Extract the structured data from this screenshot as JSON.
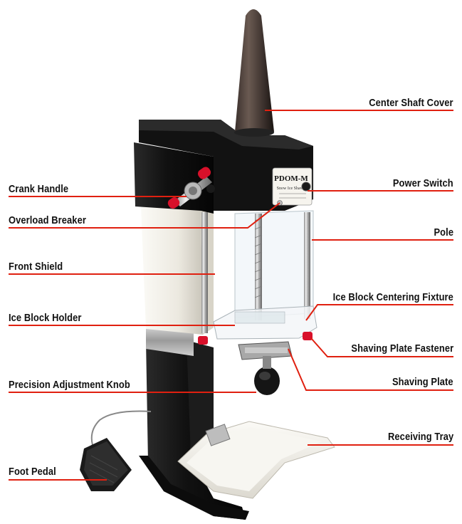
{
  "figure": {
    "machine_brand": "PDOM-M",
    "machine_sublabel": "Snow Ice Shaver",
    "callouts": {
      "center_shaft_cover": "Center Shaft Cover",
      "power_switch": "Power Switch",
      "crank_handle": "Crank Handle",
      "overload_breaker": "Overload Breaker",
      "pole": "Pole",
      "front_shield": "Front Shield",
      "ice_block_centering_fixture": "Ice Block Centering Fixture",
      "ice_block_holder": "Ice Block Holder",
      "shaving_plate_fastener": "Shaving Plate Fastener",
      "precision_adjustment_knob": "Precision Adjustment Knob",
      "shaving_plate": "Shaving Plate",
      "receiving_tray": "Receiving Tray",
      "foot_pedal": "Foot Pedal"
    },
    "colors": {
      "leader_line": "#e02010",
      "machine_black": "#151515",
      "machine_white": "#efece4",
      "accent_red": "#d8102a"
    }
  }
}
